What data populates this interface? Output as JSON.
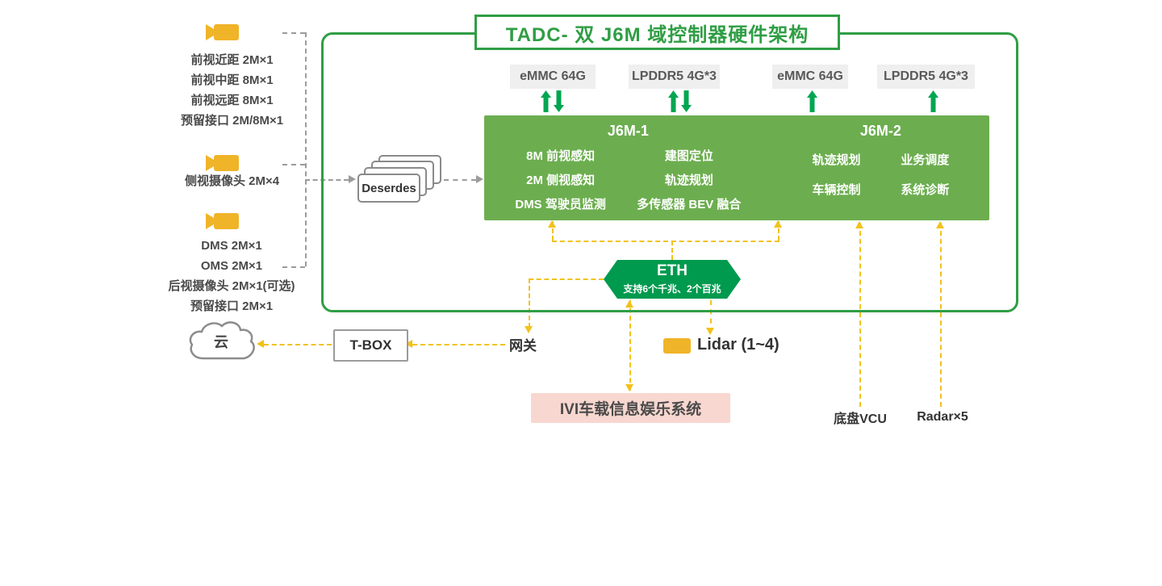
{
  "title": "TADC- 双 J6M 域控制器硬件架构",
  "memory_chips": [
    "eMMC 64G",
    "LPDDR5 4G*3",
    "eMMC 64G",
    "LPDDR5 4G*3"
  ],
  "soc1": {
    "name": "J6M-1",
    "col1": [
      "8M 前视感知",
      "2M 侧视感知",
      "DMS 驾驶员监测"
    ],
    "col2": [
      "建图定位",
      "轨迹规划",
      "多传感器 BEV 融合"
    ]
  },
  "soc2": {
    "name": "J6M-2",
    "col1": [
      "轨迹规划",
      "车辆控制"
    ],
    "col2": [
      "业务调度",
      "系统诊断"
    ]
  },
  "eth": {
    "label": "ETH",
    "desc": "支持6个千兆、2个百兆"
  },
  "camera_groups": {
    "front": {
      "lines": [
        "前视近距 2M×1",
        "前视中距 8M×1",
        "前视远距 8M×1",
        "预留接口 2M/8M×1"
      ]
    },
    "side": {
      "lines": [
        "侧视摄像头 2M×4"
      ]
    },
    "cabin": {
      "lines": [
        "DMS 2M×1",
        "OMS 2M×1",
        "后视摄像头 2M×1(可选)",
        "预留接口 2M×1"
      ]
    }
  },
  "deserdes": {
    "label": "Deserdes"
  },
  "cloud": {
    "label": "云"
  },
  "tbox": {
    "label": "T-BOX"
  },
  "gateway": {
    "label": "网关"
  },
  "lidar": {
    "label": "Lidar (1~4)"
  },
  "ivi": {
    "label": "IVI车载信息娱乐系统"
  },
  "chassis_vcu": {
    "label": "底盘VCU"
  },
  "radar": {
    "label": "Radar×5"
  },
  "colors": {
    "green_accent": "#2f9e44",
    "soc_green": "#6cae4f",
    "eth_green": "#009a4e",
    "line_yellow": "#f2c21c",
    "line_gray": "#9b9b9b",
    "icon_yellow": "#f0b429",
    "ivi_pink": "#f8d7d0"
  }
}
